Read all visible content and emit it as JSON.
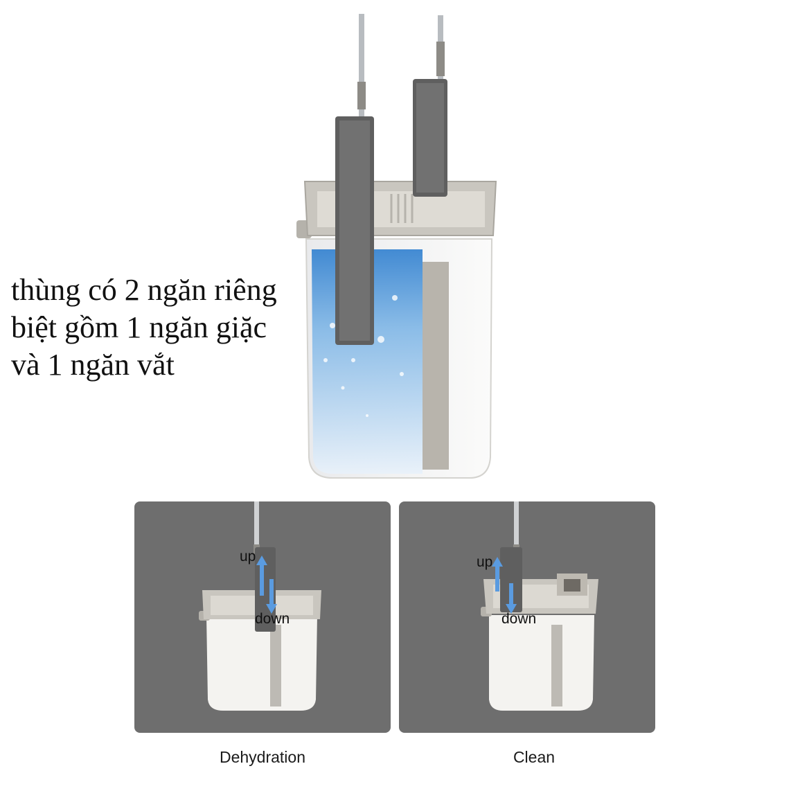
{
  "caption": {
    "line1": "thùng có 2 ngăn riêng",
    "line2": "biệt gồm 1 ngăn giặc",
    "line3": "và 1 ngăn vắt"
  },
  "panels": [
    {
      "up_label": "up",
      "down_label": "down",
      "title": "Dehydration"
    },
    {
      "up_label": "up",
      "down_label": "down",
      "title": "Clean"
    }
  ],
  "colors": {
    "panel_bg": "#6e6e6e",
    "bucket_white": "#f4f3f0",
    "bucket_gray": "#bdbab4",
    "water_blue": "#3f8fd6",
    "arrow_blue": "#5a9be0"
  }
}
